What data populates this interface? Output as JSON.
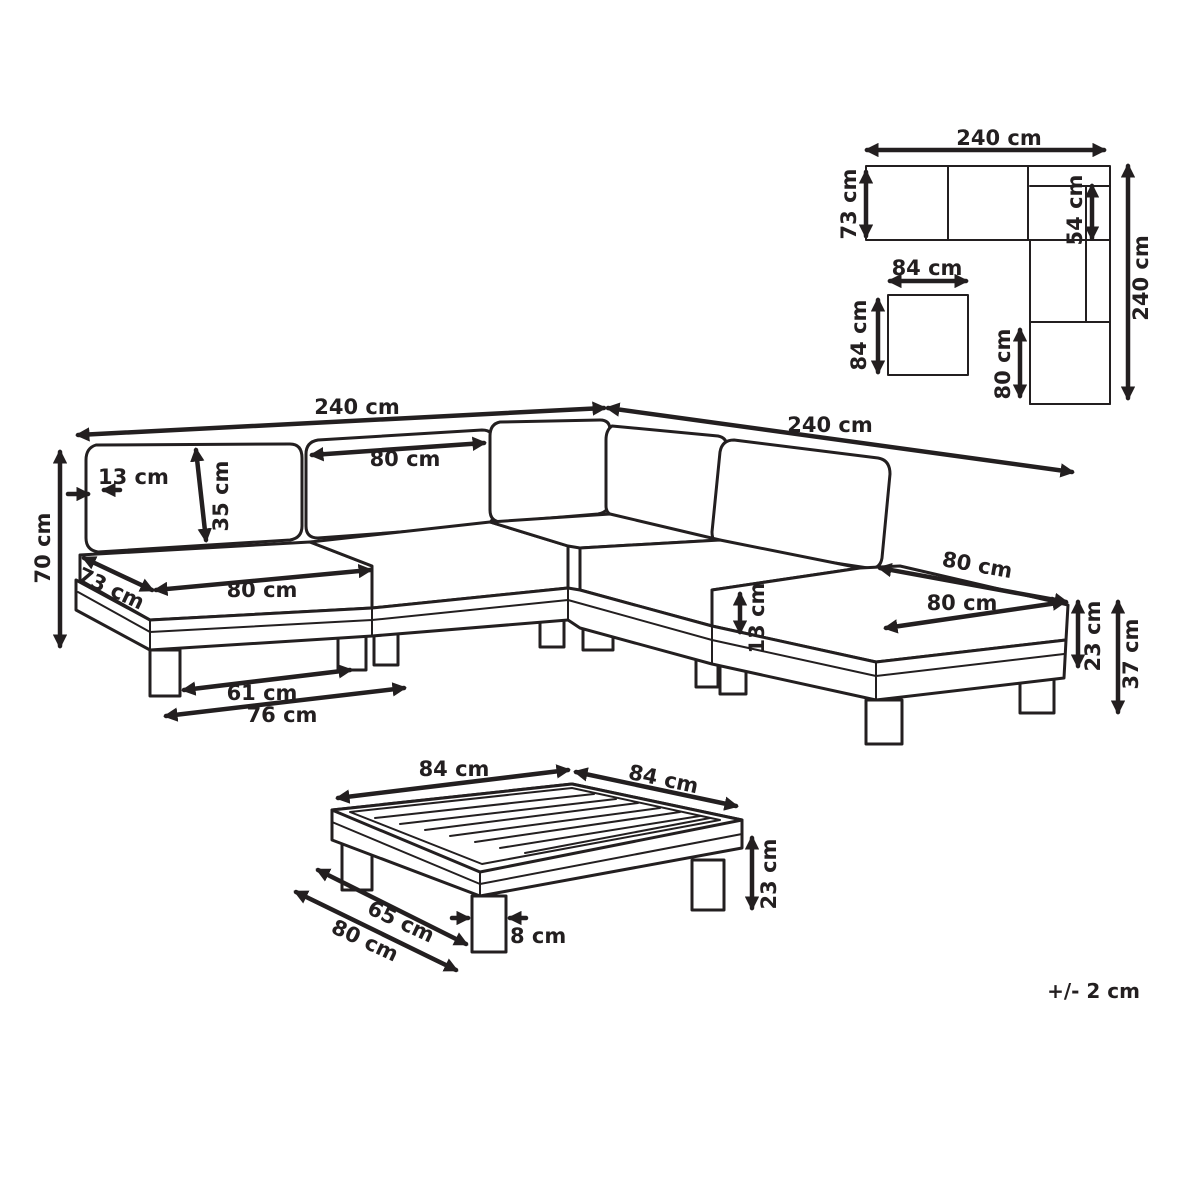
{
  "dimensions": {
    "top_view": {
      "width": "240 cm",
      "depth_left": "73 cm",
      "inner_depth": "54 cm",
      "height_right": "240 cm",
      "ottoman_width": "84 cm",
      "ottoman_depth": "84 cm",
      "chaise_depth": "80 cm"
    },
    "sofa": {
      "length_left": "240 cm",
      "length_right": "240 cm",
      "backrest_thickness": "13 cm",
      "backrest_height": "35 cm",
      "seat_width": "80 cm",
      "total_height": "70 cm",
      "seat_depth": "73 cm",
      "seat_width_front": "80 cm",
      "leg_span_inner": "61 cm",
      "leg_span_outer": "76 cm",
      "ottoman_width": "80 cm",
      "ottoman_depth": "80 cm",
      "cushion_height": "13 cm",
      "frame_height": "23 cm",
      "seat_height": "37 cm"
    },
    "table": {
      "width": "84 cm",
      "depth": "84 cm",
      "height": "23 cm",
      "leg_width": "8 cm",
      "inner_depth": "65 cm",
      "outer_depth": "80 cm"
    }
  },
  "tolerance": "+/- 2 cm"
}
